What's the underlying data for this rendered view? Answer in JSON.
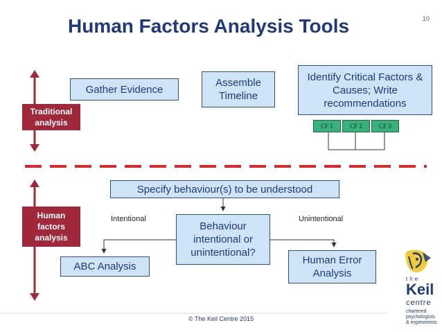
{
  "title": "Human Factors Analysis Tools",
  "page_number": "10",
  "boxes": {
    "gather": "Gather Evidence",
    "assemble": "Assemble Timeline",
    "identify": "Identify Critical Factors & Causes; Write recommendations",
    "specify": "Specify behaviour(s) to be understood",
    "behaviour": "Behaviour intentional or unintentional?",
    "abc": "ABC Analysis",
    "error": "Human Error Analysis"
  },
  "critical_factors": [
    "CF 1",
    "CF 2",
    "CF 3"
  ],
  "sides": {
    "traditional": "Traditional analysis",
    "human": "Human factors analysis"
  },
  "labels": {
    "intentional": "Intentional",
    "unintentional": "Unintentional"
  },
  "footer": "© The Keil Centre 2015",
  "logo": {
    "the": "the",
    "name": "Keil",
    "centre": "centre",
    "line1": "chartered",
    "line2": "psychologists",
    "line3": "& ergonomists"
  },
  "colors": {
    "box_fill": "#cfe3f7",
    "title": "#1f3a7a",
    "side_label": "#a1283a",
    "divider": "#e0262b",
    "cf_fill": "#38b27a"
  }
}
